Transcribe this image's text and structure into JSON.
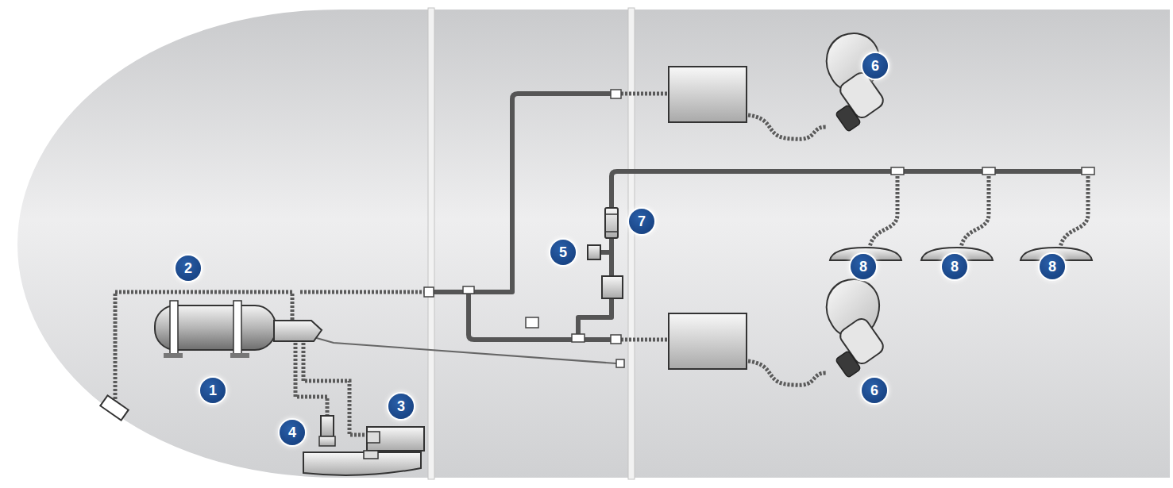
{
  "diagram": {
    "labels": [
      "6",
      "7",
      "5",
      "2",
      "8",
      "8",
      "8",
      "1",
      "3",
      "4",
      "6"
    ]
  }
}
